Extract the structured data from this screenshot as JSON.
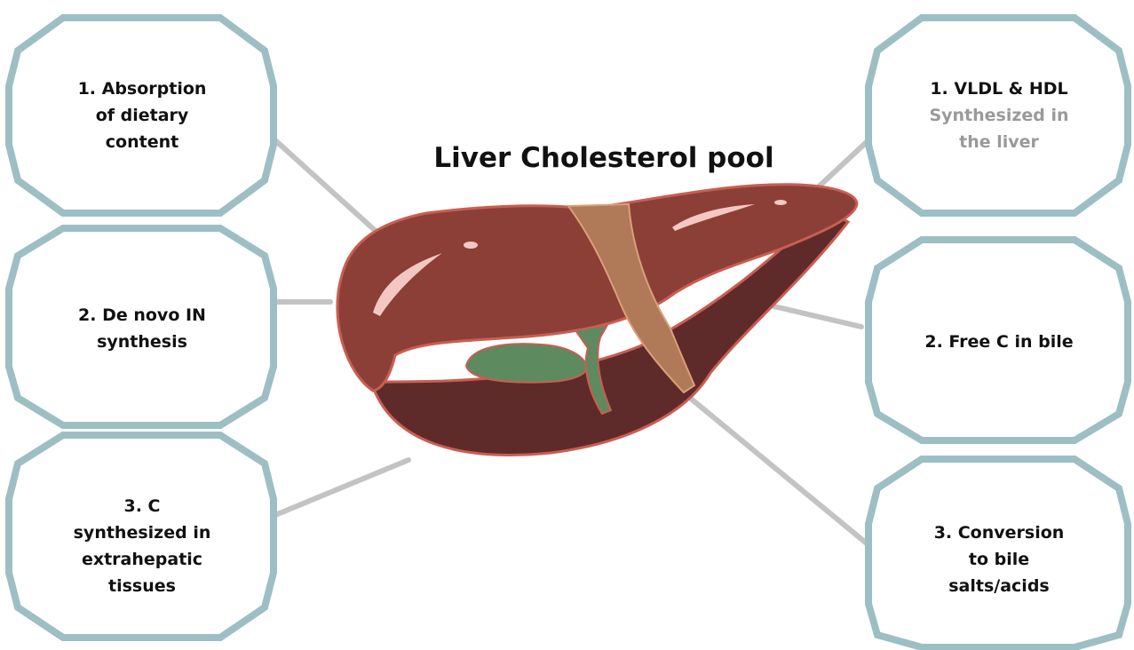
{
  "title": "Liver Cholesterol pool",
  "sources": [
    {
      "lines": [
        "1.  Absorption",
        "of dietary",
        "content"
      ]
    },
    {
      "lines": [
        "2. De novo IN",
        "synthesis"
      ]
    },
    {
      "lines": [
        "3.  C",
        "synthesized in",
        "extrahepatic",
        "tissues"
      ]
    }
  ],
  "fates": [
    {
      "lines": [
        "1.  VLDL & HDL"
      ],
      "sub_lines": [
        "Synthesized in",
        "the liver"
      ]
    },
    {
      "lines": [
        "2. Free C in bile"
      ]
    },
    {
      "lines": [
        "3. Conversion",
        "to bile",
        "salts/acids"
      ]
    }
  ],
  "colors": {
    "node_border": "#9dbfc4",
    "connector": "#c3c3c3",
    "liver": "#8b3f37",
    "liver_dark": "#5f2a2a",
    "liver_outline": "#c95e52",
    "ligament": "#b07a58",
    "gallbladder": "#5e8a60",
    "subtext": "#9a9a9a"
  }
}
